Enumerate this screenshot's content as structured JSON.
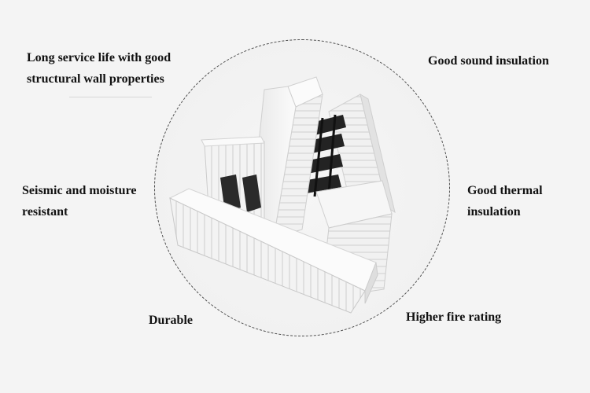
{
  "features": {
    "top_left_line1": "Long service life with good",
    "top_left_line2": "structural wall properties",
    "top_right": "Good sound insulation",
    "mid_left_line1": "Seismic and moisture",
    "mid_left_line2": "resistant",
    "mid_right_line1": "Good thermal",
    "mid_right_line2": "insulation",
    "bottom_left": "Durable",
    "bottom_right": "Higher fire rating"
  },
  "colors": {
    "text": "#111111",
    "circle_border": "#4a4a4a",
    "foam": "#f2f2f2",
    "ties": "#222222"
  },
  "product_image": "icf-block-image"
}
